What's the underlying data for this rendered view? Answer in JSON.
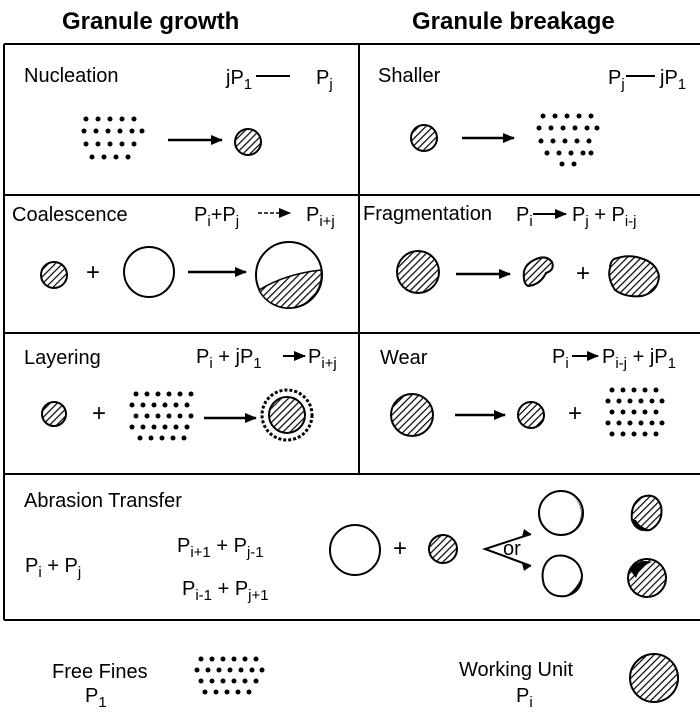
{
  "headers": {
    "growth": "Granule growth",
    "breakage": "Granule breakage"
  },
  "panels": {
    "nucleation": {
      "label": "Nucleation",
      "eq_a": "jP",
      "eq_a_sub": "1",
      "eq_dash": "—",
      "eq_b": "P",
      "eq_b_sub": "j"
    },
    "shaller": {
      "label": "Shaller",
      "eq_a": "P",
      "eq_a_sub": "j",
      "eq_dash": "—",
      "eq_b": "jP",
      "eq_b_sub": "1"
    },
    "coalescence": {
      "label": "Coalescence",
      "eq_a": "P",
      "eq_a_sub": "i",
      "eq_plus": "+",
      "eq_b": "P",
      "eq_b_sub": "j",
      "eq_c": "P",
      "eq_c_sub": "i+j"
    },
    "fragmentation": {
      "label": "Fragmentation",
      "eq_a": "P",
      "eq_a_sub": "i",
      "eq_b": "P",
      "eq_b_sub": "j",
      "eq_plus": "+",
      "eq_c": "P",
      "eq_c_sub": "i-j"
    },
    "layering": {
      "label": "Layering",
      "eq_a": "P",
      "eq_a_sub": "i",
      "eq_plus": "+",
      "eq_b": "jP",
      "eq_b_sub": "1",
      "eq_c": "P",
      "eq_c_sub": "i+j"
    },
    "wear": {
      "label": "Wear",
      "eq_a": "P",
      "eq_a_sub": "i",
      "eq_b": "P",
      "eq_b_sub": "i-j",
      "eq_plus": "+",
      "eq_c": "jP",
      "eq_c_sub": "1"
    },
    "abrasion": {
      "label": "Abrasion Transfer",
      "lhs_a": "P",
      "lhs_a_sub": "i",
      "lhs_plus": "+",
      "lhs_b": "P",
      "lhs_b_sub": "j",
      "r1_a": "P",
      "r1_a_sub": "i+1",
      "r1_plus": "+",
      "r1_b": "P",
      "r1_b_sub": "j-1",
      "r2_a": "P",
      "r2_a_sub": "i-1",
      "r2_plus": "+",
      "r2_b": "P",
      "r2_b_sub": "j+1",
      "or": "or"
    }
  },
  "symbols": {
    "plus": "+"
  },
  "legend": {
    "fines_label": "Free Fines",
    "fines_sym": "P",
    "fines_sub": "1",
    "unit_label": "Working Unit",
    "unit_sym": "P",
    "unit_sub": "i"
  }
}
